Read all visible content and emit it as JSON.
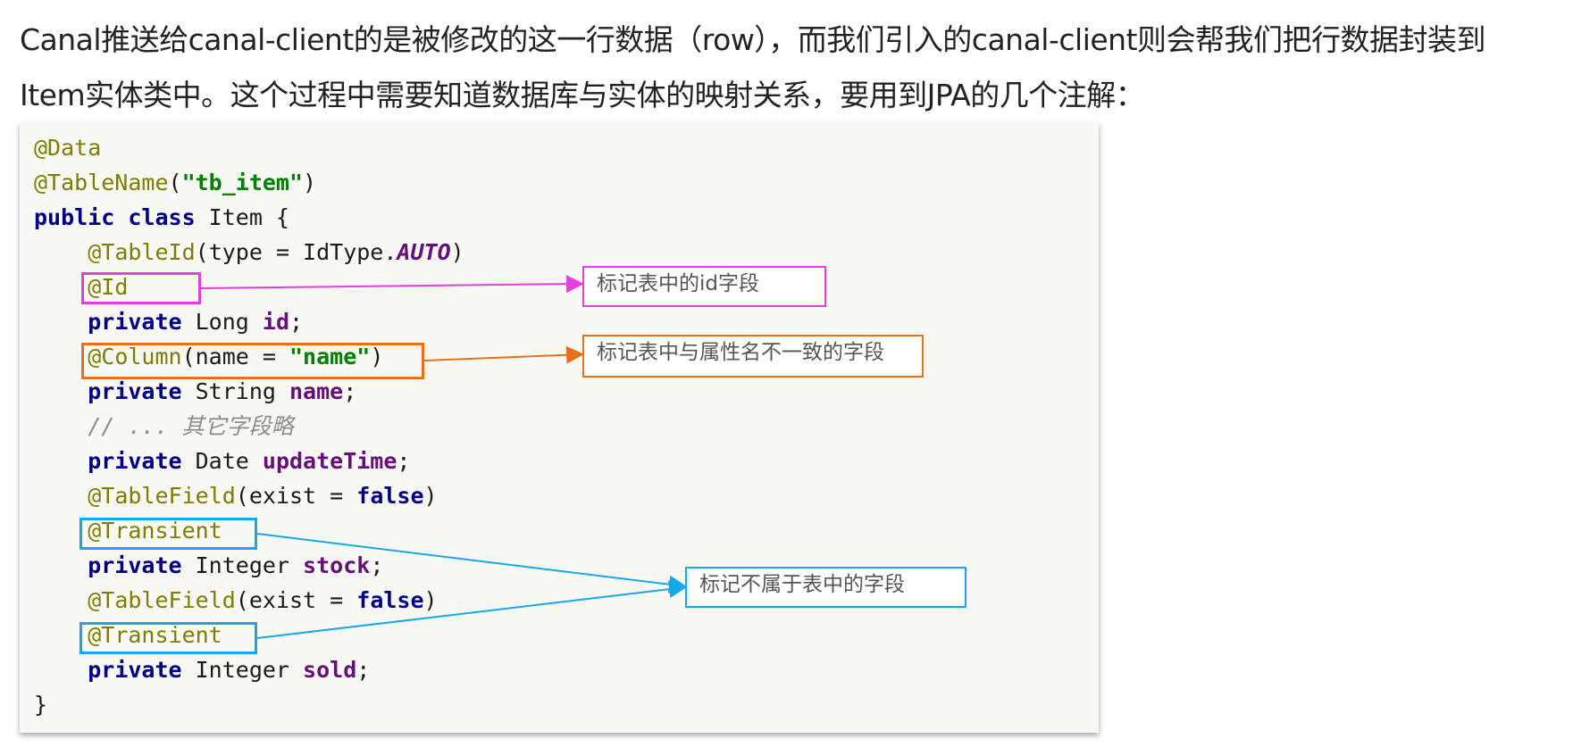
{
  "intro": {
    "line1": "Canal推送给canal-client的是被修改的这一行数据（row），而我们引入的canal-client则会帮我们把行数据封装到",
    "line2": "Item实体类中。这个过程中需要知道数据库与实体的映射关系，要用到JPA的几个注解："
  },
  "code": {
    "l1": "@Data",
    "l2_ann": "@TableName",
    "l2_str": "\"tb_item\"",
    "l3_kw": "public class",
    "l3_rest": " Item {",
    "l4_ann": "@TableId",
    "l4_mid": "(type = IdType.",
    "l4_const": "AUTO",
    "l5": "@Id",
    "l6_type": " Long ",
    "l6_field": "id",
    "l7_ann": "@Column",
    "l7_mid": "(name = ",
    "l7_str": "\"name\"",
    "l8_type": " String ",
    "l8_field": "name",
    "l9_comment": "// ... 其它字段略",
    "l10_type": " Date ",
    "l10_field": "updateTime",
    "l11_ann": "@TableField",
    "l11_mid": "(exist = ",
    "l11_kw": "false",
    "l12": "@Transient",
    "l13_type": " Integer ",
    "l13_field": "stock",
    "l14_ann": "@TableField",
    "l14_mid": "(exist = ",
    "l14_kw": "false",
    "l15": "@Transient",
    "l16_type": " Integer ",
    "l16_field": "sold",
    "l17": "}",
    "private_kw": "private",
    "semicolon": ";",
    "open_paren": "(",
    "close_paren": ")"
  },
  "callouts": {
    "id": "标记表中的id字段",
    "column": "标记表中与属性名不一致的字段",
    "transient": "标记不属于表中的字段"
  },
  "colors": {
    "id_highlight": "#e23ee0",
    "column_highlight": "#e8701a",
    "transient_highlight": "#1aa7e8"
  }
}
